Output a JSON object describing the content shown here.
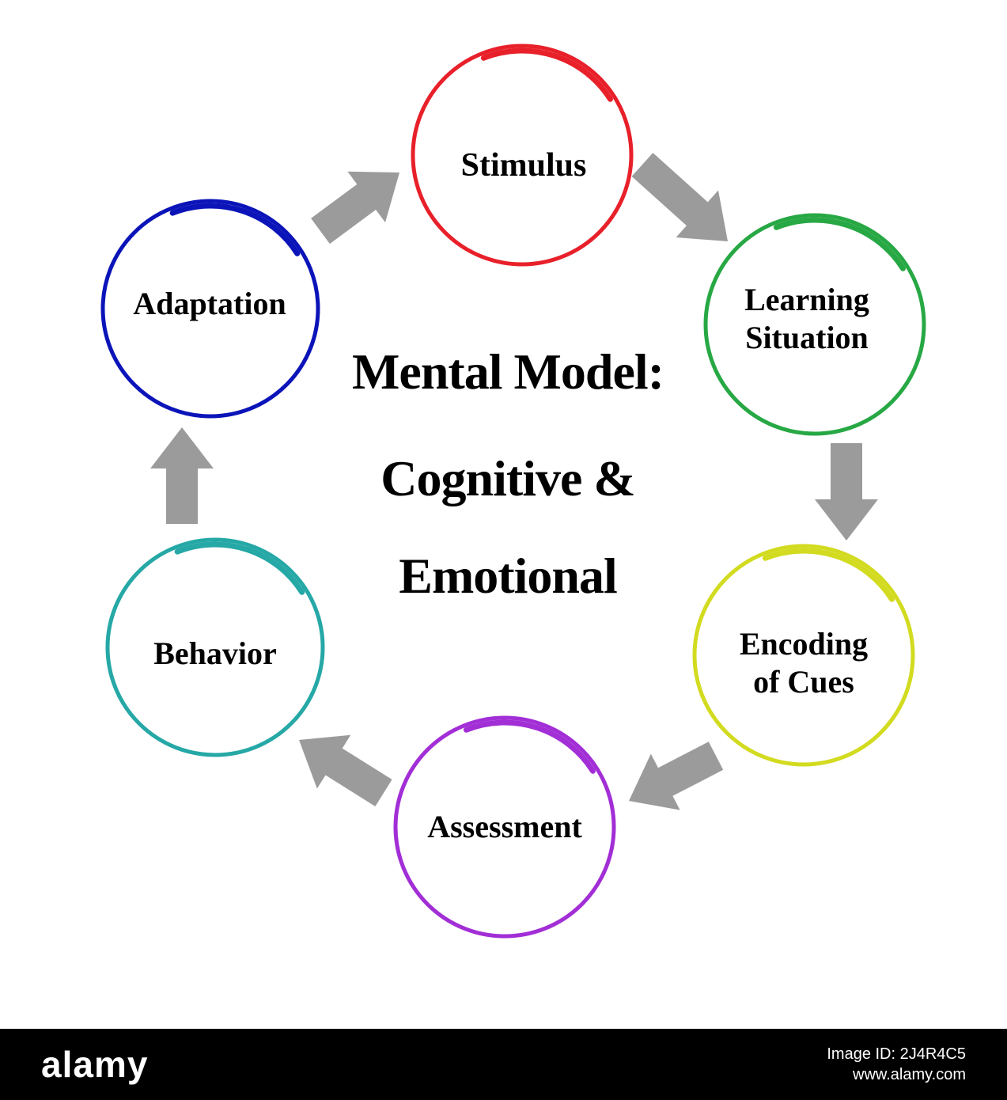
{
  "title": {
    "lines": [
      "Mental Model:",
      "Cognitive &",
      "Emotional"
    ]
  },
  "nodes": [
    {
      "id": "stimulus",
      "lines": [
        "Stimulus"
      ],
      "color": "#e8202a"
    },
    {
      "id": "learning-situation",
      "lines": [
        "Learning",
        "Situation"
      ],
      "color": "#27a844"
    },
    {
      "id": "encoding-of-cues",
      "lines": [
        "Encoding",
        "of Cues"
      ],
      "color": "#d2db1f"
    },
    {
      "id": "assessment",
      "lines": [
        "Assessment"
      ],
      "color": "#a22ed6"
    },
    {
      "id": "behavior",
      "lines": [
        "Behavior"
      ],
      "color": "#25a8a6"
    },
    {
      "id": "adaptation",
      "lines": [
        "Adaptation"
      ],
      "color": "#0b14b8"
    }
  ],
  "arrow_color": "#9b9b9b",
  "footer": {
    "brand": "alamy",
    "image_id": "Image ID: 2J4R4C5",
    "url": "www.alamy.com"
  }
}
